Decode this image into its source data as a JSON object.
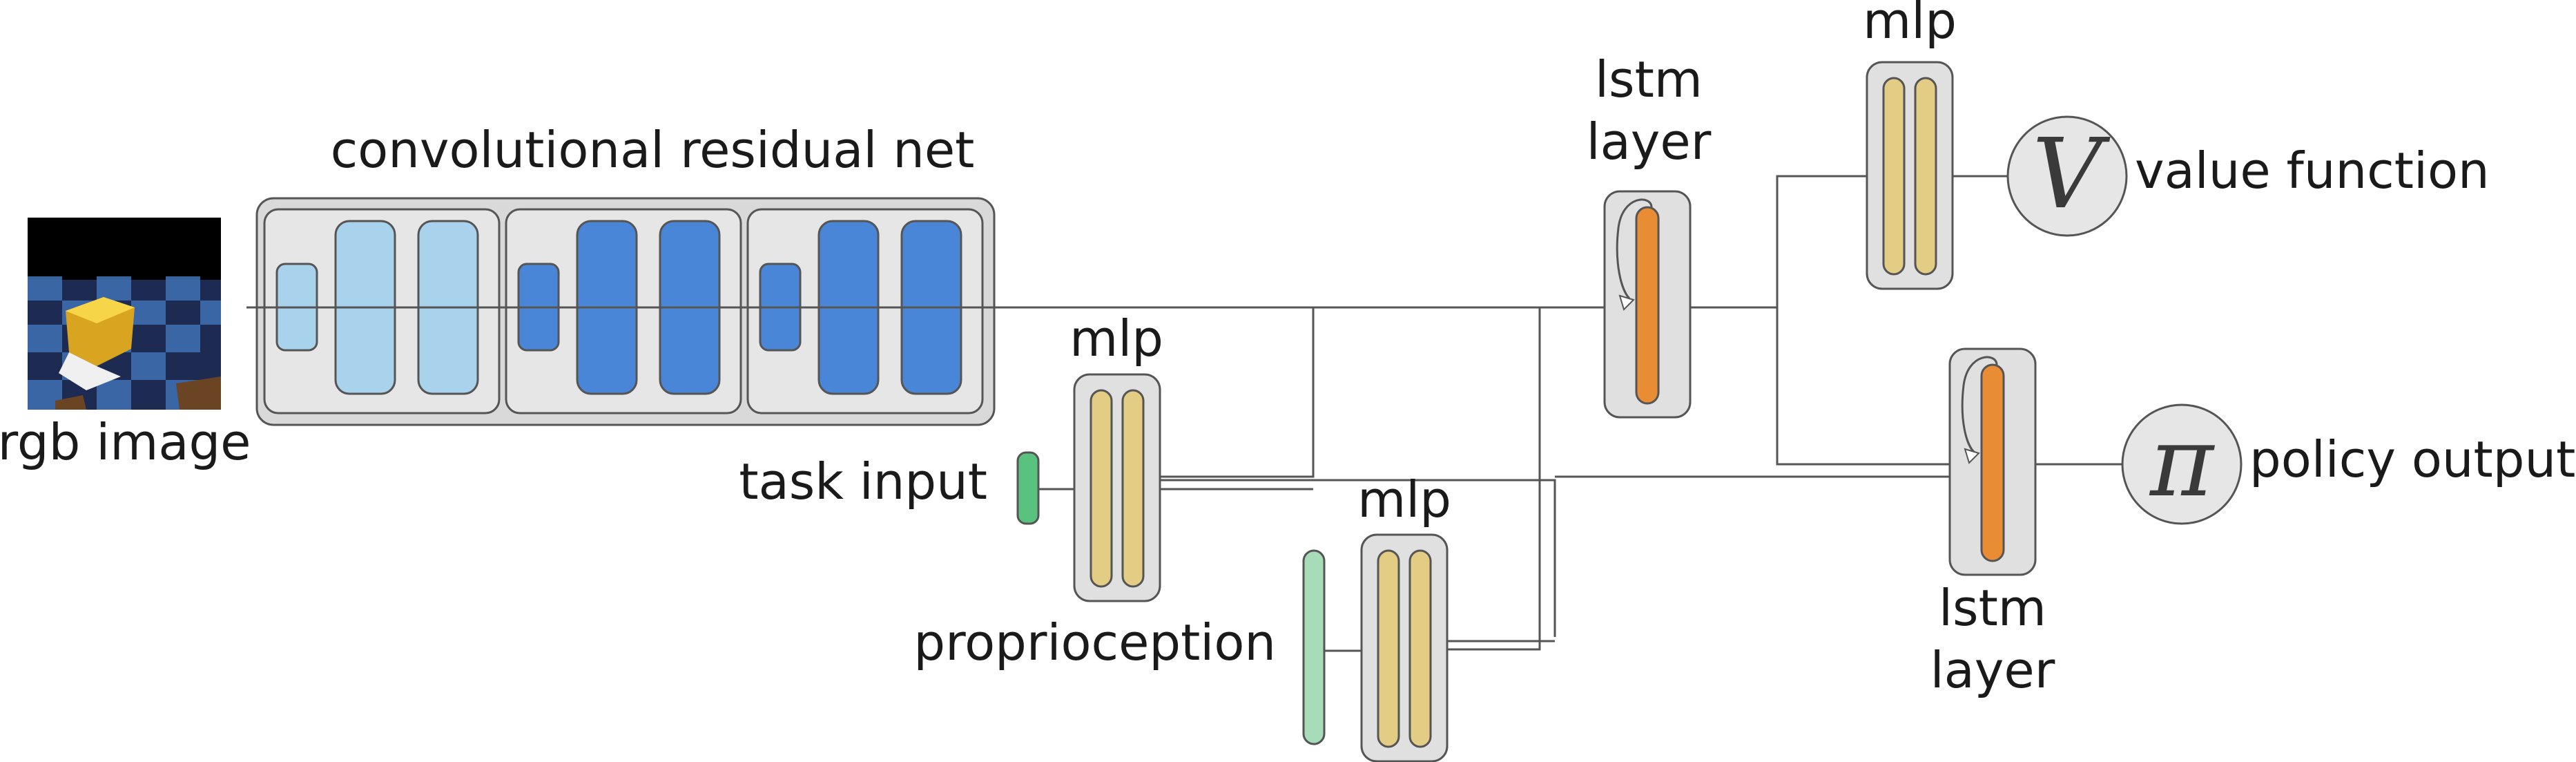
{
  "labels": {
    "rgb_image": "rgb image",
    "conv_net": "convolutional residual net",
    "task_input": "task input",
    "proprioception": "proprioception",
    "mlp_task": "mlp",
    "mlp_proprio": "mlp",
    "mlp_value": "mlp",
    "lstm_top_line1": "lstm",
    "lstm_top_line2": "layer",
    "lstm_bottom_line1": "lstm",
    "lstm_bottom_line2": "layer",
    "value_function": "value function",
    "policy_output": "policy output"
  },
  "symbols": {
    "value": "V",
    "policy": "π"
  },
  "colors": {
    "group_fill": "#d9d9d9",
    "container_fill": "#e6e6e6",
    "light_blue": "#a9d2ec",
    "blue": "#4a86d8",
    "mlp_bar": "#e3cd84",
    "lstm_orange": "#e88d34",
    "task_green": "#59c27e",
    "proprio_green": "#a7dcb9",
    "wire": "#555555"
  }
}
